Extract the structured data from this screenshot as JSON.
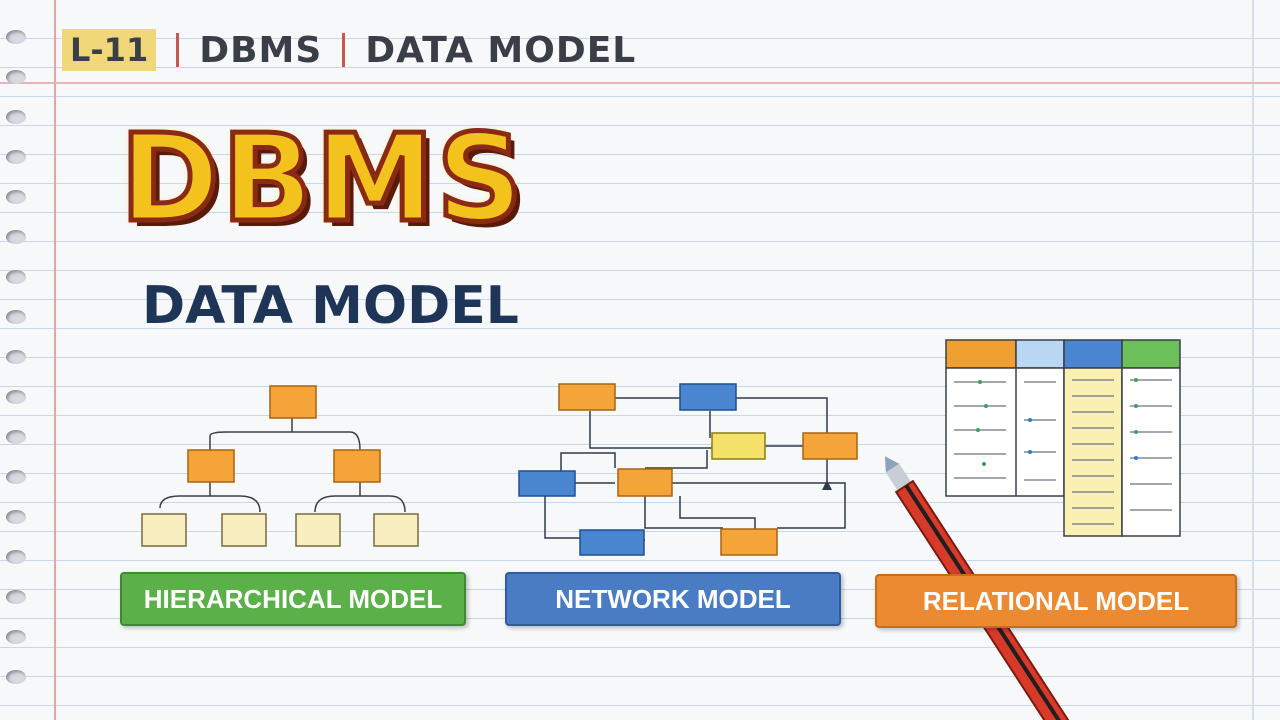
{
  "header": {
    "lesson": "L-11",
    "course": "DBMS",
    "topic": "DATA MODEL"
  },
  "hero": {
    "title": "DBMS",
    "subtitle": "DATA MODEL"
  },
  "models": [
    {
      "label": "HIERARCHICAL MODEL",
      "color": "#5bb04a"
    },
    {
      "label": "NETWORK MODEL",
      "color": "#4a7cc4"
    },
    {
      "label": "RELATIONAL MODEL",
      "color": "#eb8a30"
    }
  ],
  "colors": {
    "node_orange": "#f5a43a",
    "node_blue": "#4a86d0",
    "node_yellow": "#f5e26a",
    "node_pale": "#f8eec0",
    "table_header_orange": "#f0a030",
    "table_header_lightblue": "#b9d6f2",
    "table_header_blue": "#4a86d0",
    "table_header_green": "#6cc05c"
  }
}
